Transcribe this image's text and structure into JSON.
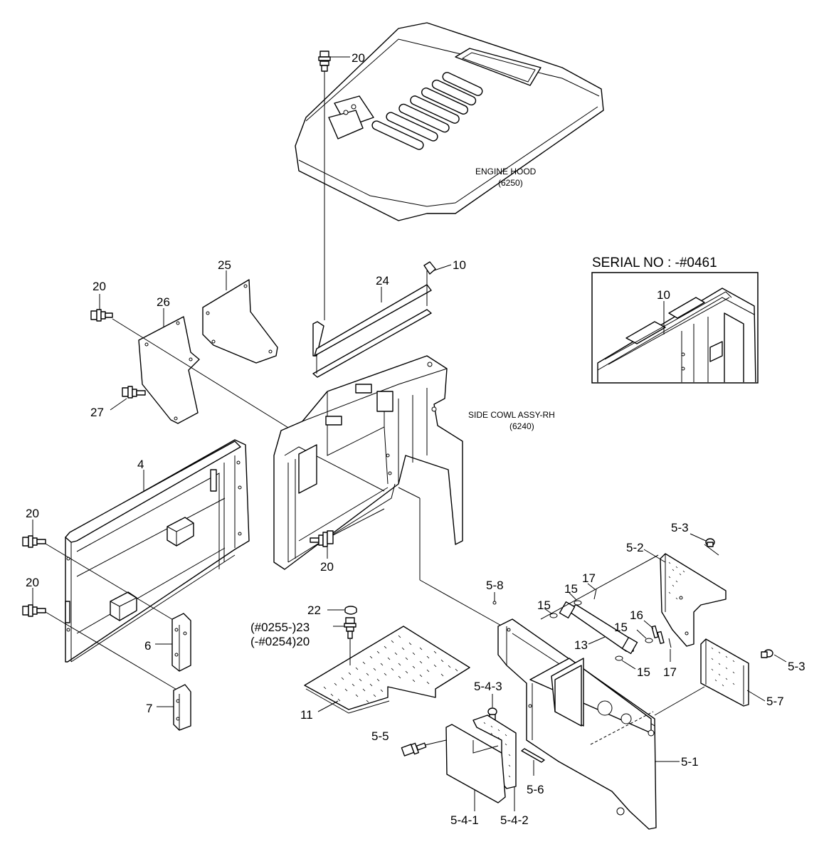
{
  "notes": {
    "engine_hood": "ENGINE HOOD",
    "engine_hood_code": "(6250)",
    "side_cowl": "SIDE COWL ASSY-RH",
    "side_cowl_code": "(6240)",
    "serial": "SERIAL NO : -#0461"
  },
  "labels": {
    "p20_top": "20",
    "p10": "10",
    "p24": "24",
    "p25": "25",
    "p26": "26",
    "p20_left_upper": "20",
    "p27": "27",
    "p4": "4",
    "p20_left_mid": "20",
    "p20_left_low": "20",
    "p20_center": "20",
    "p6": "6",
    "p7": "7",
    "p22": "22",
    "p23": "(#0255-)23",
    "p20_alt": "(-#0254)20",
    "p11": "11",
    "p5_8": "5-8",
    "p15_a": "15",
    "p15_b": "15",
    "p17_a": "17",
    "p16": "16",
    "p15_c": "15",
    "p13": "13",
    "p15_d": "15",
    "p17_b": "17",
    "p5_3_top": "5-3",
    "p5_2": "5-2",
    "p5_3_right": "5-3",
    "p5_7": "5-7",
    "p5_4_3": "5-4-3",
    "p5_5": "5-5",
    "p5_6": "5-6",
    "p5_1": "5-1",
    "p5_4_1": "5-4-1",
    "p5_4_2": "5-4-2",
    "p10_inset": "10"
  }
}
